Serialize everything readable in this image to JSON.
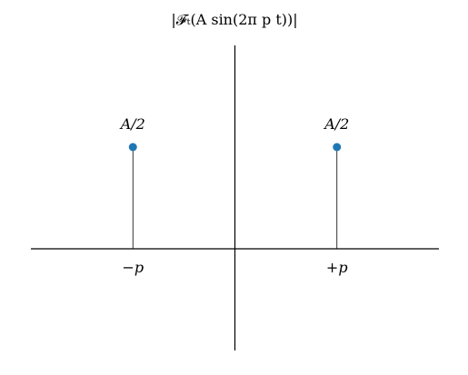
{
  "chart_data": {
    "type": "scatter",
    "style": "stem",
    "title": "|𝓕ₜ(A sin(2π p t))|",
    "xlabel": "",
    "ylabel": "",
    "xlim": [
      -1,
      1
    ],
    "ylim": [
      -0.5,
      1
    ],
    "grid": false,
    "points": [
      {
        "x": -0.5,
        "y": 0.5,
        "x_tick_label": "−p",
        "value_label": "A/2"
      },
      {
        "x": 0.5,
        "y": 0.5,
        "x_tick_label": "+p",
        "value_label": "A/2"
      }
    ],
    "colors": {
      "marker": "#1f77b4",
      "stem": "#000000",
      "axes": "#000000"
    }
  }
}
